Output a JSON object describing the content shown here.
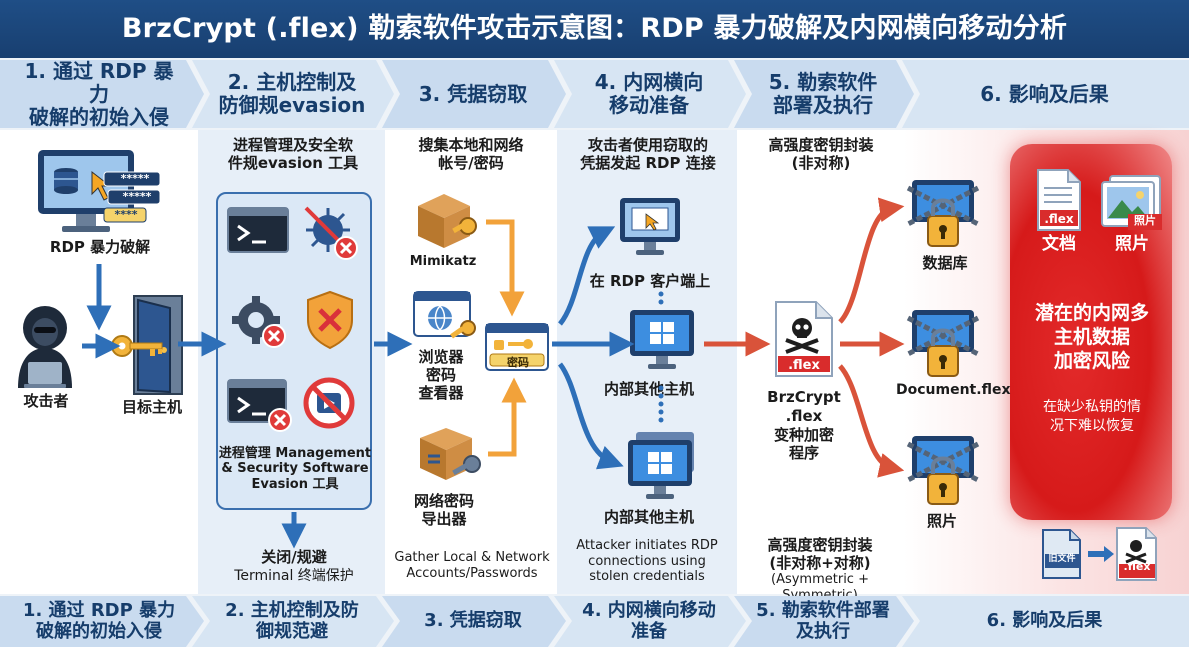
{
  "title": "BrzCrypt (.flex) 勒索软件攻击示意图：RDP 暴力破解及内网横向移动分析",
  "colors": {
    "title_bg": "#1f4e86",
    "chevron_bg": "#c9dbef",
    "arrow_blue": "#2e6fb8",
    "arrow_orange": "#f2a23a",
    "arrow_red": "#d9533a",
    "danger_red": "#d61a1a"
  },
  "stages_top": [
    "1. 通过 RDP 暴力\n破解的初始入侵",
    "2. 主机控制及\n防御规evasion",
    "3. 凭据窃取",
    "4. 内网横向\n移动准备",
    "5. 勒索软件\n部署及执行",
    "6. 影响及后果"
  ],
  "stages_bottom": [
    "1. 通过 RDP 暴力\n破解的初始入侵",
    "2. 主机控制及防\n御规范避",
    "3. 凭据窃取",
    "4. 内网横向移动\n准备",
    "5. 勒索软件部署\n及执行",
    "6. 影响及后果"
  ],
  "stage1": {
    "brute_label": "RDP 暴力破解",
    "attacker_label": "攻击者",
    "target_label": "目标主机",
    "pw_rows": [
      "*****",
      "*****",
      "****"
    ]
  },
  "stage2": {
    "heading": "进程管理及安全软\n件规evasion 工具",
    "tool_caption": "进程管理 Management\n& Security Software\nEvasion 工具",
    "footer": "关闭/规避",
    "footer_sub": "Terminal 终端保护"
  },
  "stage3": {
    "heading": "搜集本地和网络\n帐号/密码",
    "mimikatz": "Mimikatz",
    "browser": "浏览器\n密码\n查看器",
    "network": "网络密码\n导出器",
    "pw_tag": "密码",
    "footer": "Gather Local & Network\nAccounts/Passwords"
  },
  "stage4": {
    "heading": "攻击者使用窃取的\n凭据发起 RDP 连接",
    "client": "在 RDP 客户端上",
    "internal1": "内部其他主机",
    "internal2": "内部其他主机",
    "footer": "Attacker initiates RDP\nconnections using\nstolen credentials"
  },
  "stage5": {
    "heading": "高强度密钥封装\n(非对称)",
    "file_ext": ".flex",
    "variant": "BrzCrypt .flex\n变种加密\n程序",
    "footer": "高强度密钥封装\n(非对称+对称)",
    "footer_sub": "(Asymmetric + Symmetric)"
  },
  "stage6": {
    "database": "数据库",
    "document_flex": "Document.flex",
    "photos": "照片",
    "doc_label": "文档",
    "photo_label": "照片",
    "flex_tag": ".flex",
    "photo_tag": "照片",
    "risk": "潜在的内网多\n主机数据\n加密风险",
    "risk_sub": "在缺少私钥的情\n况下难以恢复",
    "old_file": "旧文件",
    "new_file": ".flex"
  }
}
